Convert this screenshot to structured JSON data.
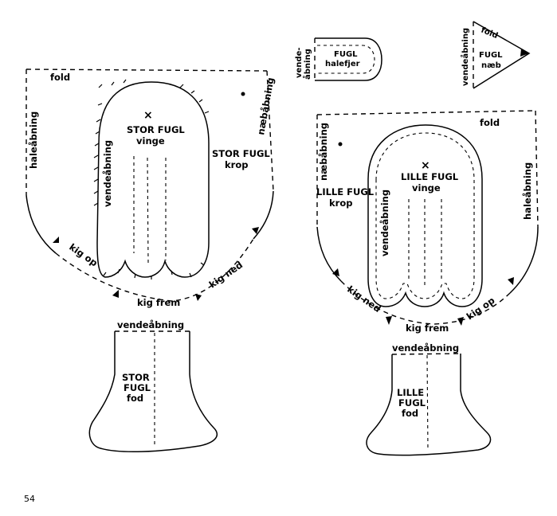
{
  "page_number": "54",
  "big_bird": {
    "body": {
      "fold": "fold",
      "tail_opening": "haleåbning",
      "beak_opening": "næbåbning",
      "label_line1": "STOR FUGL",
      "label_line2": "krop",
      "look_up": "kig op",
      "look_front": "kig frem",
      "look_down": "kig ned"
    },
    "wing": {
      "mark": "×",
      "label_line1": "STOR FUGL",
      "label_line2": "vinge",
      "turn_opening": "vendeåbning"
    },
    "foot": {
      "turn_opening": "vendeåbning",
      "label_line1": "STOR",
      "label_line2": "FUGL",
      "label_line3": "fod"
    }
  },
  "tail_feather": {
    "turn_line1": "vende-",
    "turn_line2": "åbning",
    "label_line1": "FUGL",
    "label_line2": "halefjer"
  },
  "beak": {
    "fold": "fold",
    "turn_opening": "vendeåbning",
    "label_line1": "FUGL",
    "label_line2": "næb"
  },
  "small_bird": {
    "body": {
      "fold": "fold",
      "beak_opening": "næbåbning",
      "tail_opening": "haleåbning",
      "label_line1": "LILLE FUGL",
      "label_line2": "krop",
      "look_down": "kig ned",
      "look_front": "kig frem",
      "look_up": "kig op"
    },
    "wing": {
      "mark": "×",
      "label_line1": "LILLE FUGL",
      "label_line2": "vinge",
      "turn_opening": "vendeåbning"
    },
    "foot": {
      "turn_opening": "vendeåbning",
      "label_line1": "LILLE",
      "label_line2": "FUGL",
      "label_line3": "fod"
    }
  }
}
